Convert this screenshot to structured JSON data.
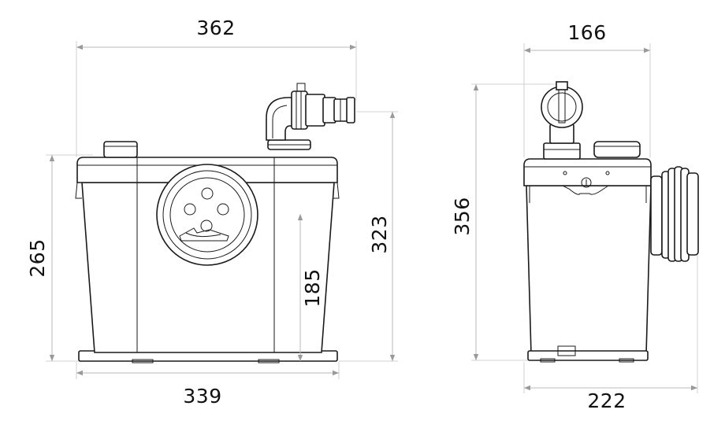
{
  "front_view": {
    "dimensions": {
      "overall_width": "362",
      "base_width": "339",
      "body_height": "265",
      "outlet_height": "323",
      "inlet_height": "185"
    }
  },
  "side_view": {
    "dimensions": {
      "body_depth": "166",
      "overall_depth": "222",
      "overall_height": "356"
    }
  },
  "colors": {
    "outline": "#1a1a1a",
    "dimension_line": "#b9b9b9"
  }
}
